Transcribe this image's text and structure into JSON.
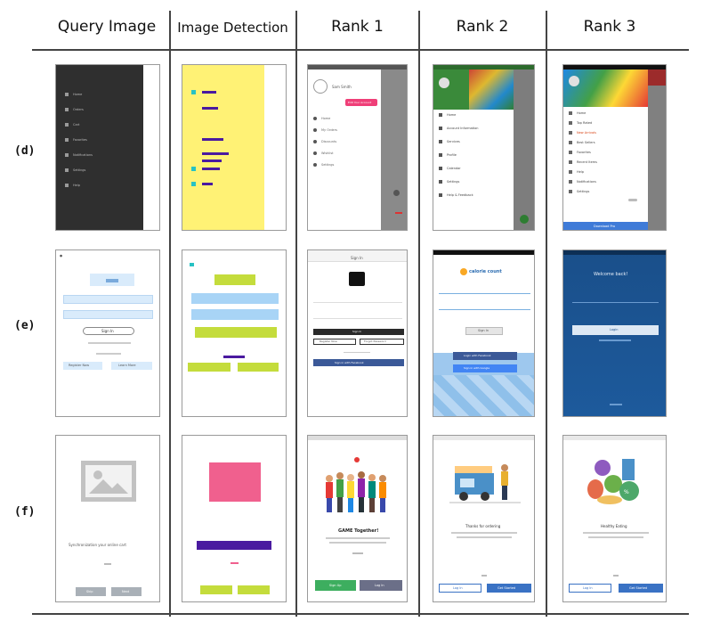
{
  "headers": {
    "query": "Query Image",
    "detection": "Image Detection",
    "rank1": "Rank 1",
    "rank2": "Rank 2",
    "rank3": "Rank 3"
  },
  "rows": [
    {
      "label": "(d)",
      "kind": "navigation drawer"
    },
    {
      "label": "(e)",
      "kind": "login form"
    },
    {
      "label": "(f)",
      "kind": "onboarding"
    }
  ],
  "thumbs": {
    "d": {
      "query_menu": [
        "Home",
        "Orders",
        "Cart",
        "Favorites",
        "Notifications",
        "Settings",
        "Help"
      ],
      "rank1_user": "Sam Smith",
      "rank1_btn": "Edit Your Account",
      "rank1_menu": [
        "Home",
        "My Orders",
        "Discounts",
        "Wishlist",
        "Settings"
      ],
      "rank2_menu": [
        "Home",
        "Account Information",
        "Services",
        "Profile",
        "Calendar",
        "Settings",
        "Help & Feedback"
      ],
      "rank3_menu": [
        "Home",
        "Top Rated",
        "New Arrivals",
        "Best Sellers",
        "Favorites",
        "Recent Items",
        "Help",
        "Notifications",
        "Settings"
      ],
      "rank3_btn": "Download Pro"
    },
    "e": {
      "query_btn": "Sign In",
      "query_bottom": [
        "Register Now",
        "Learn More"
      ],
      "rank1_title": "Sign In",
      "rank1_btns": [
        "Sign In",
        "Register Now",
        "Forgot Password"
      ],
      "rank1_fb": "Sign in with Facebook",
      "rank2_brand": "calorie count",
      "rank2_btn": "Sign In",
      "rank2_social": [
        "Login with Facebook",
        "Sign in with Google"
      ],
      "rank3_title": "Welcome back!",
      "rank3_btn": "Login"
    },
    "f": {
      "query_caption": "Synchronization your online cart",
      "query_btns": [
        "Skip",
        "Next"
      ],
      "rank1_title": "GAME Together!",
      "rank1_btns": [
        "Sign Up",
        "Log In"
      ],
      "rank2_title": "Thanks for ordering",
      "rank2_btns": [
        "Log In",
        "Get Started"
      ],
      "rank3_title": "Healthy Eating",
      "rank3_btns": [
        "Log In",
        "Get Started"
      ]
    }
  },
  "colors": {
    "detect_yellow": "#fff275",
    "detect_purple": "#4a1aa0",
    "detect_teal": "#27c2c4",
    "detect_blue": "#a8d4f6",
    "detect_lime": "#c4dc3c",
    "detect_pink": "#f0608e",
    "drawer_dark": "#2f2f2f",
    "ios_blue": "#1a4f8a"
  }
}
